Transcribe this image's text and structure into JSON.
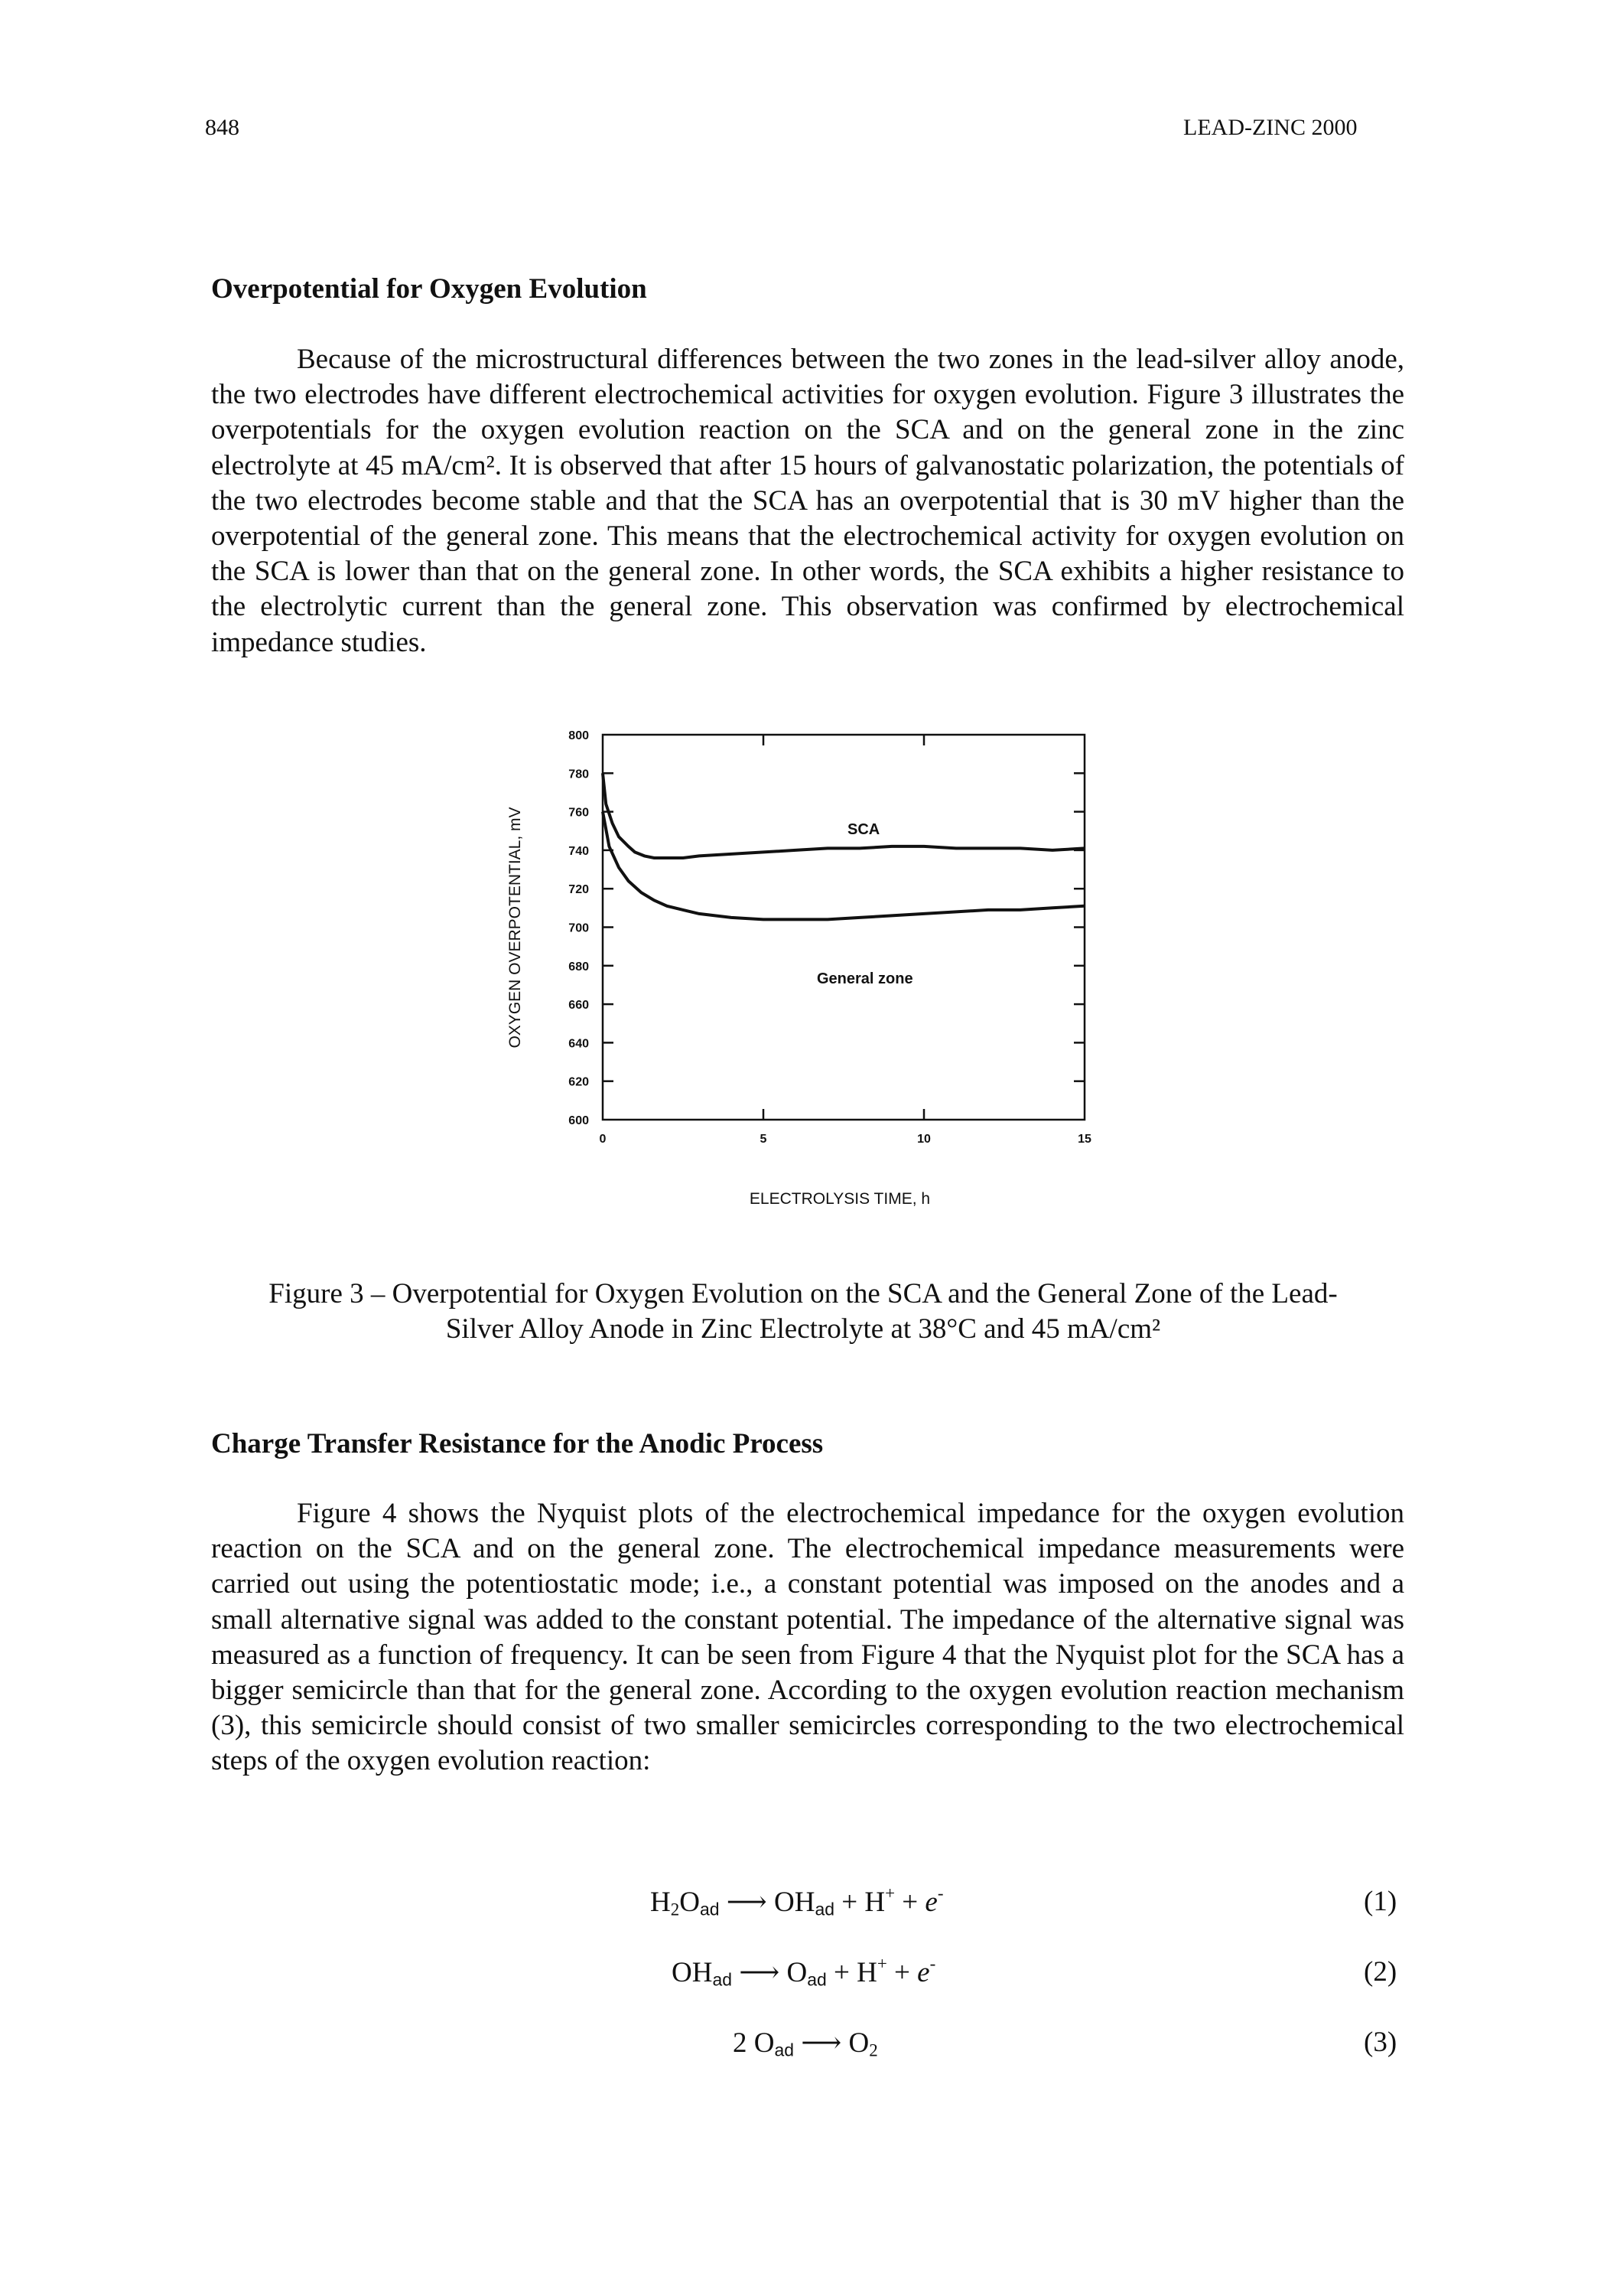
{
  "header": {
    "page_number": "848",
    "running_title": "LEAD-ZINC 2000"
  },
  "section1": {
    "heading": "Overpotential for Oxygen Evolution",
    "paragraph": "Because of the microstructural differences between the two zones in the lead-silver alloy anode, the two electrodes have different electrochemical activities for oxygen evolution. Figure 3 illustrates the overpotentials for the oxygen evolution reaction on the SCA and on the general zone in the zinc electrolyte at 45 mA/cm². It is observed that after 15 hours of galvanostatic polarization, the potentials of the two electrodes become stable and that the SCA has an overpotential that is 30 mV higher than the overpotential of the general zone. This means that the electrochemical activity for oxygen evolution on the SCA is lower than that on the general zone. In other words, the SCA exhibits a higher resistance to the electrolytic current than the general zone. This observation was confirmed by electrochemical impedance studies."
  },
  "figure3": {
    "caption_line1": "Figure 3 – Overpotential for Oxygen Evolution on the SCA and the General Zone of the Lead-",
    "caption_line2": "Silver Alloy Anode in Zinc Electrolyte at 38°C and 45 mA/cm²"
  },
  "chart_data": {
    "type": "line",
    "xlabel": "ELECTROLYSIS TIME, h",
    "ylabel": "OXYGEN OVERPOTENTIAL, mV",
    "xlim": [
      0,
      15
    ],
    "ylim": [
      600,
      800
    ],
    "x_ticks": [
      0,
      5,
      10,
      15
    ],
    "y_ticks": [
      600,
      620,
      640,
      660,
      680,
      700,
      720,
      740,
      760,
      780,
      800
    ],
    "y_tick_labels": [
      "600",
      "620",
      "640",
      "660",
      "680",
      "700",
      "720",
      "740",
      "760",
      "780",
      "800"
    ],
    "grid": false,
    "series": [
      {
        "name": "SCA",
        "x": [
          0,
          0.1,
          0.3,
          0.5,
          0.8,
          1.0,
          1.3,
          1.6,
          2.0,
          2.5,
          3.0,
          4.0,
          5.0,
          6.0,
          7.0,
          8.0,
          9.0,
          10.0,
          11.0,
          12.0,
          13.0,
          14.0,
          15.0
        ],
        "y": [
          780,
          764,
          754,
          747,
          742,
          739,
          737,
          736,
          736,
          736,
          737,
          738,
          739,
          740,
          741,
          741,
          742,
          742,
          741,
          741,
          741,
          740,
          741
        ]
      },
      {
        "name": "General zone",
        "x": [
          0,
          0.2,
          0.5,
          0.8,
          1.2,
          1.6,
          2.0,
          2.5,
          3.0,
          3.5,
          4.0,
          5.0,
          6.0,
          7.0,
          8.0,
          9.0,
          10.0,
          11.0,
          12.0,
          13.0,
          14.0,
          15.0
        ],
        "y": [
          760,
          742,
          731,
          724,
          718,
          714,
          711,
          709,
          707,
          706,
          705,
          704,
          704,
          704,
          705,
          706,
          707,
          708,
          709,
          709,
          710,
          711
        ]
      }
    ]
  },
  "section2": {
    "heading": "Charge Transfer Resistance for the Anodic Process",
    "paragraph": "Figure 4 shows the Nyquist plots of the electrochemical impedance for the oxygen evolution reaction on the SCA and on the general zone. The electrochemical impedance measurements were carried out using the potentiostatic mode; i.e., a constant potential was imposed on the anodes and a small alternative signal was added to the constant potential. The impedance of the alternative signal was measured as a function of frequency. It can be seen from Figure 4 that the Nyquist plot for the SCA has a bigger semicircle than that for the general zone. According to the oxygen evolution reaction mechanism (3), this semicircle should consist of two smaller semicircles corresponding to the two electrochemical steps of the oxygen evolution reaction:"
  },
  "equations": [
    {
      "number": "(1)"
    },
    {
      "number": "(2)"
    },
    {
      "number": "(3)"
    }
  ]
}
